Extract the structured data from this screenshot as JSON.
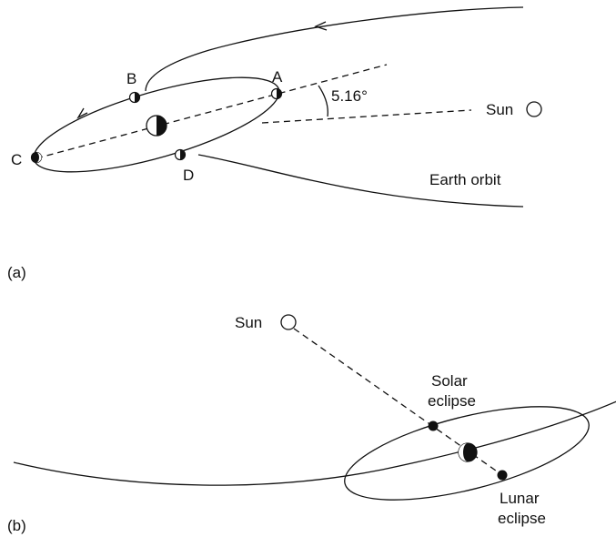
{
  "panel_a": {
    "panel_label": "(a)",
    "points": {
      "a": "A",
      "b": "B",
      "c": "C",
      "d": "D"
    },
    "angle_label": "5.16°",
    "sun_label": "Sun",
    "orbit_label": "Earth orbit"
  },
  "panel_b": {
    "panel_label": "(b)",
    "sun_label": "Sun",
    "solar_eclipse_label": [
      "Solar",
      "eclipse"
    ],
    "lunar_eclipse_label": [
      "Lunar",
      "eclipse"
    ]
  }
}
